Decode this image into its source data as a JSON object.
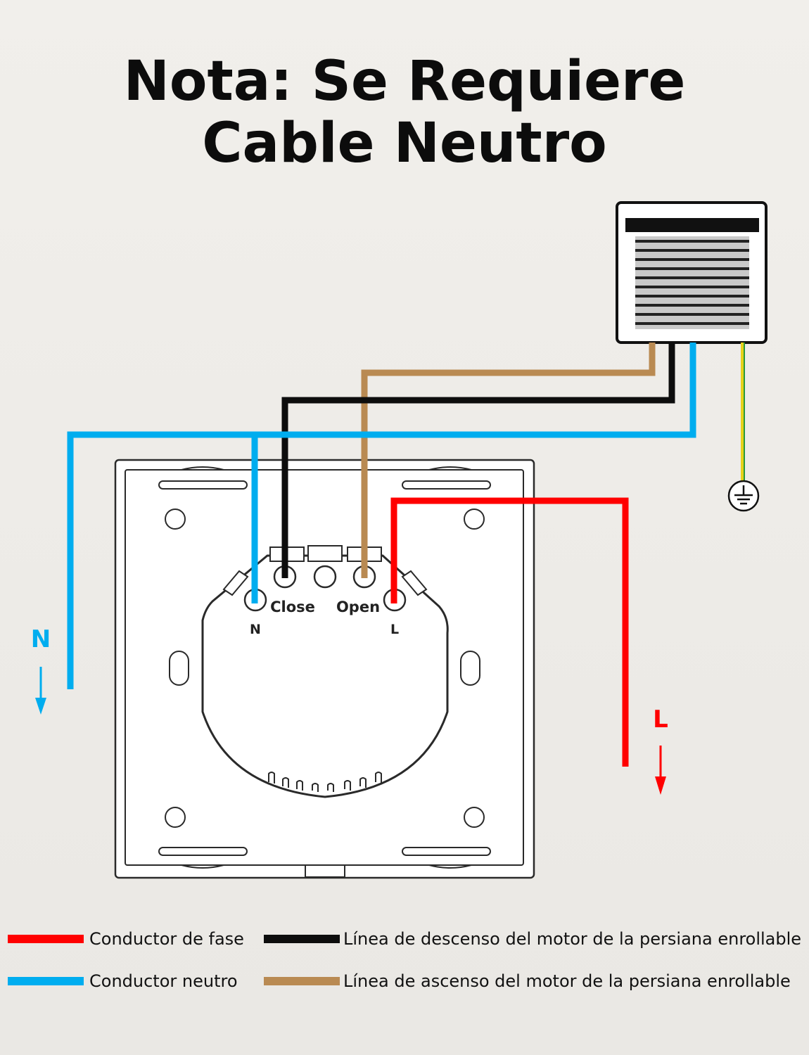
{
  "title": {
    "line1": "Nota: Se Requiere",
    "line2": "Cable Neutro"
  },
  "terminals": {
    "n": "N",
    "close": "Close",
    "open": "Open",
    "l": "L"
  },
  "wire_labels": {
    "n": "N",
    "l": "L"
  },
  "colors": {
    "phase": "#ff0000",
    "neutral": "#00adef",
    "down": "#0d0d0d",
    "up": "#b98a52",
    "earth_yellow": "#e8d21a",
    "earth_green": "#2a9a3a"
  },
  "legend": {
    "phase": "Conductor de fase",
    "neutral": "Conductor neutro",
    "down_line": "Línea de descenso del motor de la persiana enrollable",
    "up_line": "Línea de ascenso del motor de la persiana enrollable"
  },
  "icons": {
    "motor": "roller-blind-motor-icon",
    "earth": "ground-icon"
  }
}
